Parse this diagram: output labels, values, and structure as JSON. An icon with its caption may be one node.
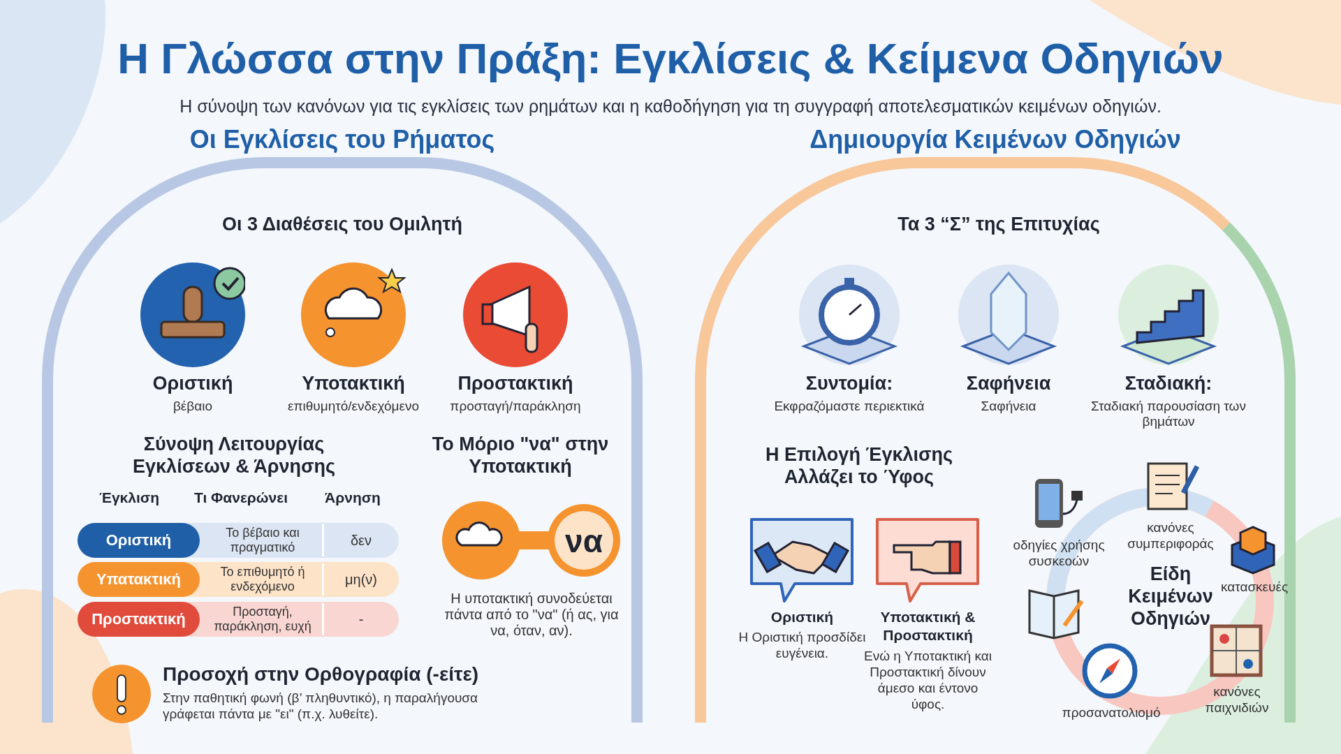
{
  "diagram": {
    "title": "Η Γλώσσα στην Πράξη: Εγκλίσεις & Κείμενα Οδηγιών",
    "caption": "Η σύνοψη των κανόνων για τις εγκλίσεις των ρημάτων και η καθοδήγηση για τη συγγραφή αποτελεσματικών κειμένων οδηγιών.",
    "nodes": [
      {
        "text": [
          "Οι Εγκλίσεις του Ρήματος"
        ]
      },
      {
        "text": [
          "Οριστική",
          "βέβαιο"
        ],
        "in": 0
      },
      {
        "text": [
          "Υποτακτική",
          "επιθυμητό/ενδεχόμενο"
        ],
        "in": 0
      },
      {
        "text": [
          "Προστακτική",
          "προσταγή/παράκληση"
        ],
        "in": 0
      },
      {
        "text": [
          "Οριστική",
          "Το βέβαιο και πραγματικό",
          "δεν"
        ],
        "in": 0
      },
      {
        "text": [
          "Υπατακτική",
          "Το επιθυμητό ή ενδεχόμενο",
          "μη(ν)"
        ],
        "in": 0
      },
      {
        "text": [
          "Προστακτική",
          "Προσταγή, παράκληση, ευχή",
          "-"
        ],
        "in": 0
      },
      {
        "text": [
          "να"
        ],
        "in": 0,
        "beside": [
          "Η υποτακτική συνοδεύεται πάντα από το \"να\" (ή ας, για να, όταν, αν)."
        ]
      },
      {
        "text": [
          "Προσοχή στην Ορθογραφία (-είτε)",
          "Στην παθητική φωνή (β’ πληθυντικό), η παραλήγουσα γράφεται πάντα με \"ει\" (π.χ. λυθείτε)."
        ],
        "in": 0
      },
      {
        "text": [
          "Δημιουργία Κειμένων Οδηγιών"
        ]
      },
      {
        "text": [
          "Συντομία:",
          "Εκφραζόμαστε περιεκτικά"
        ],
        "in": 9
      },
      {
        "text": [
          "Σαφήνεια",
          "Σαφήνεια"
        ],
        "in": 9
      },
      {
        "text": [
          "Σταδιακή:",
          "Σταδιακή παρουσίαση των βημάτων"
        ],
        "in": 9
      },
      {
        "text": [
          "Οριστική",
          "Η Οριστική προσδίδει ευγένεια."
        ],
        "in": 9
      },
      {
        "text": [
          "Υποτακτική & Προστακτική",
          "Ενώ η Υποτακτική και Προστακτική δίνουν άμεσο και έντονο ύφος."
        ],
        "in": 9
      },
      {
        "text": [
          "Είδη Κειμένων Οδηγιών"
        ],
        "in": 9
      },
      {
        "text": [
          "οδηγίες χρήσης συσκεοών"
        ],
        "in": 9
      },
      {
        "text": [
          "κανόνες συμπεριφοράς"
        ],
        "in": 9
      },
      {
        "text": [
          "κατασκευές"
        ],
        "in": 9
      },
      {
        "text": [],
        "shape": "picture",
        "in": 9
      },
      {
        "text": [
          "προσανατολιομό"
        ],
        "in": 9
      },
      {
        "text": [
          "κανόνες παιχνιδιών"
        ],
        "in": 9
      }
    ],
    "labels": [
      "Οι 3 Διαθέσεις του Ομιλητή",
      "Σύνοψη Λειτουργίας Εγκλίσεων & Άρνησης",
      "Το Μόριο \"να\" στην Υποτακτική",
      "Έγκλιση",
      "Τι Φανερώνει",
      "Άρνηση",
      "Τα 3 “Σ” της Επιτυχίας",
      "Η Επιλογή Έγκλισης Αλλάζει το Ύφος"
    ]
  }
}
